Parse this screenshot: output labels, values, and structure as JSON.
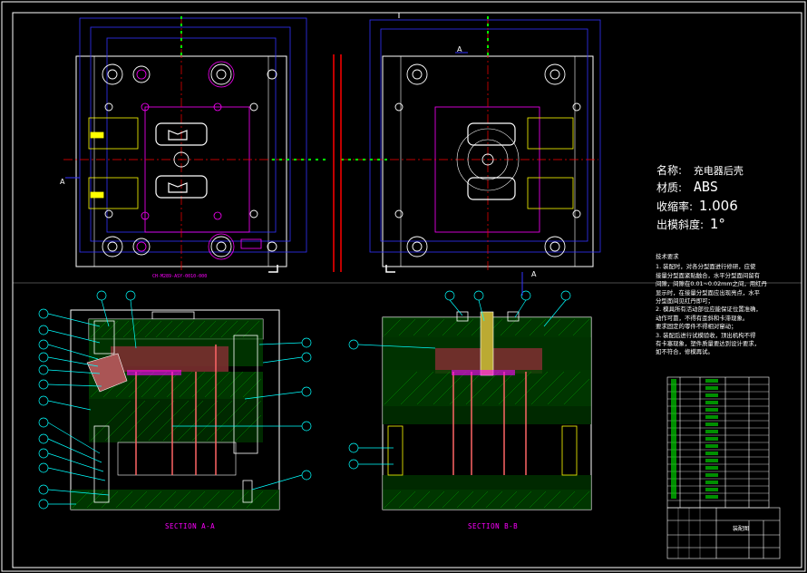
{
  "drawing": {
    "spec": {
      "name_label": "名称:",
      "name_value": "充电器后壳",
      "material_label": "材质:",
      "material_value": "ABS",
      "shrink_label": "收缩率:",
      "shrink_value": "1.006",
      "draft_label": "出模斜度:",
      "draft_value": "1°"
    },
    "tech_notes": {
      "title": "技术要求",
      "lines": [
        "1. 装配时，对各分型面进行修研，应使",
        "接量分型面紧贴触合，水平分型面间留有",
        "间隙，间隙在0.01~0.02mm之间，用红丹",
        "显示时，在接量分型面应出现亮点，水平",
        "分型面间见红丹即可；",
        "2. 模具所有活动部位应能保证位置准确，",
        "动作可靠，不得有歪斜和卡滞现象。",
        "要求固定的零件不得相对窜动；",
        "3. 装配后进行试模验收，顶出机构不得",
        "有卡塞现象，塑件质量要达到设计要求，",
        "如不符合，修模再试。"
      ]
    },
    "section_labels": [
      "SECTION A-A",
      "SECTION B-B"
    ],
    "section_markers": [
      "A",
      "A",
      "A"
    ],
    "part_number_text": "CH-M289-ASY-0010-000",
    "title_block": {
      "main_label": "装配图"
    },
    "colors": {
      "outline": "#ffffff",
      "center": "#ff0000",
      "hidden": "#3333ff",
      "cooling": "#00ff00",
      "ejector": "#ff00ff",
      "leader": "#00ffff",
      "hatch": "#00aa00",
      "cavity": "#cc6666"
    }
  }
}
